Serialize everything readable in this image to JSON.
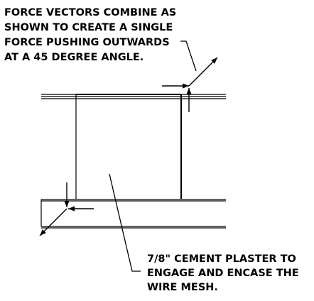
{
  "colors": {
    "line": "#000000",
    "background": "#ffffff"
  },
  "notes": {
    "force_vectors": {
      "lines": [
        "FORCE VECTORS COMBINE AS",
        "SHOWN TO CREATE A SINGLE",
        "FORCE PUSHING OUTWARDS",
        "AT A 45 DEGREE ANGLE."
      ]
    },
    "cement_plaster": {
      "lines": [
        "7/8\" CEMENT PLASTER TO",
        "ENGAGE AND ENCASE THE",
        "WIRE MESH."
      ]
    }
  }
}
